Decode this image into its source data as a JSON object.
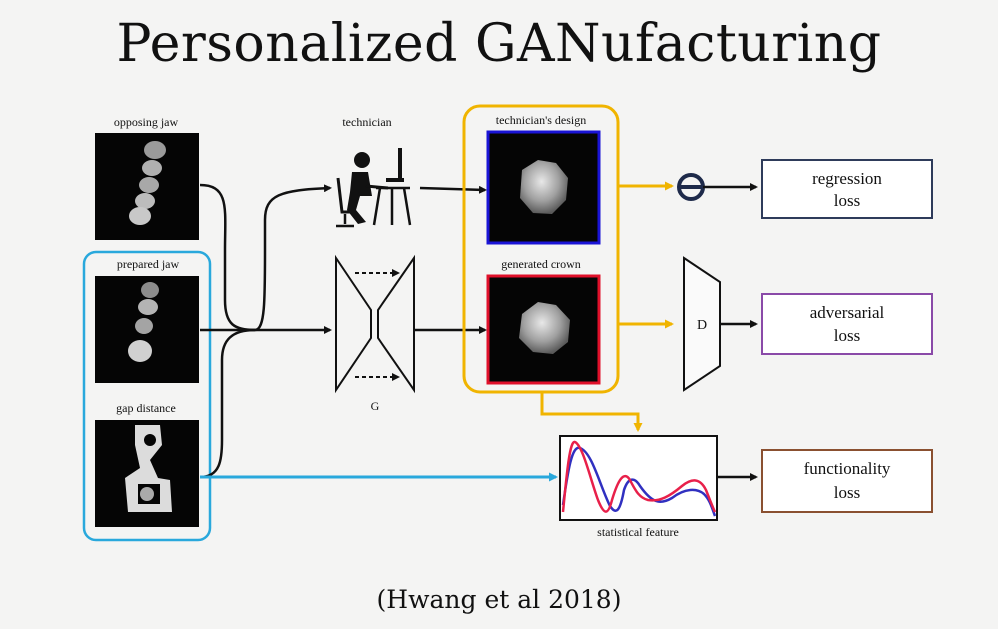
{
  "title": "Personalized GANufacturing",
  "citation": "(Hwang et al 2018)",
  "inputs": {
    "opposing_jaw": "opposing jaw",
    "prepared_jaw": "prepared jaw",
    "gap_distance": "gap distance"
  },
  "technician": "technician",
  "technician_design": "technician's design",
  "generated_crown": "generated crown",
  "generator": "G",
  "discriminator": "D",
  "statistical_feature": "statistical feature",
  "losses": {
    "regression_line1": "regression",
    "regression_line2": "loss",
    "adversarial_line1": "adversarial",
    "adversarial_line2": "loss",
    "functionality_line1": "functionality",
    "functionality_line2": "loss"
  },
  "colors": {
    "gold": "#f0b400",
    "cyan": "#29a8dc",
    "blue_frame": "#1a14d6",
    "red_frame": "#e0102a",
    "regression_box": "#2e3b5a",
    "adversarial_box": "#8a4aa8",
    "functionality_box": "#8a5030",
    "curve_red": "#e8204a",
    "curve_blue": "#3030c0"
  }
}
